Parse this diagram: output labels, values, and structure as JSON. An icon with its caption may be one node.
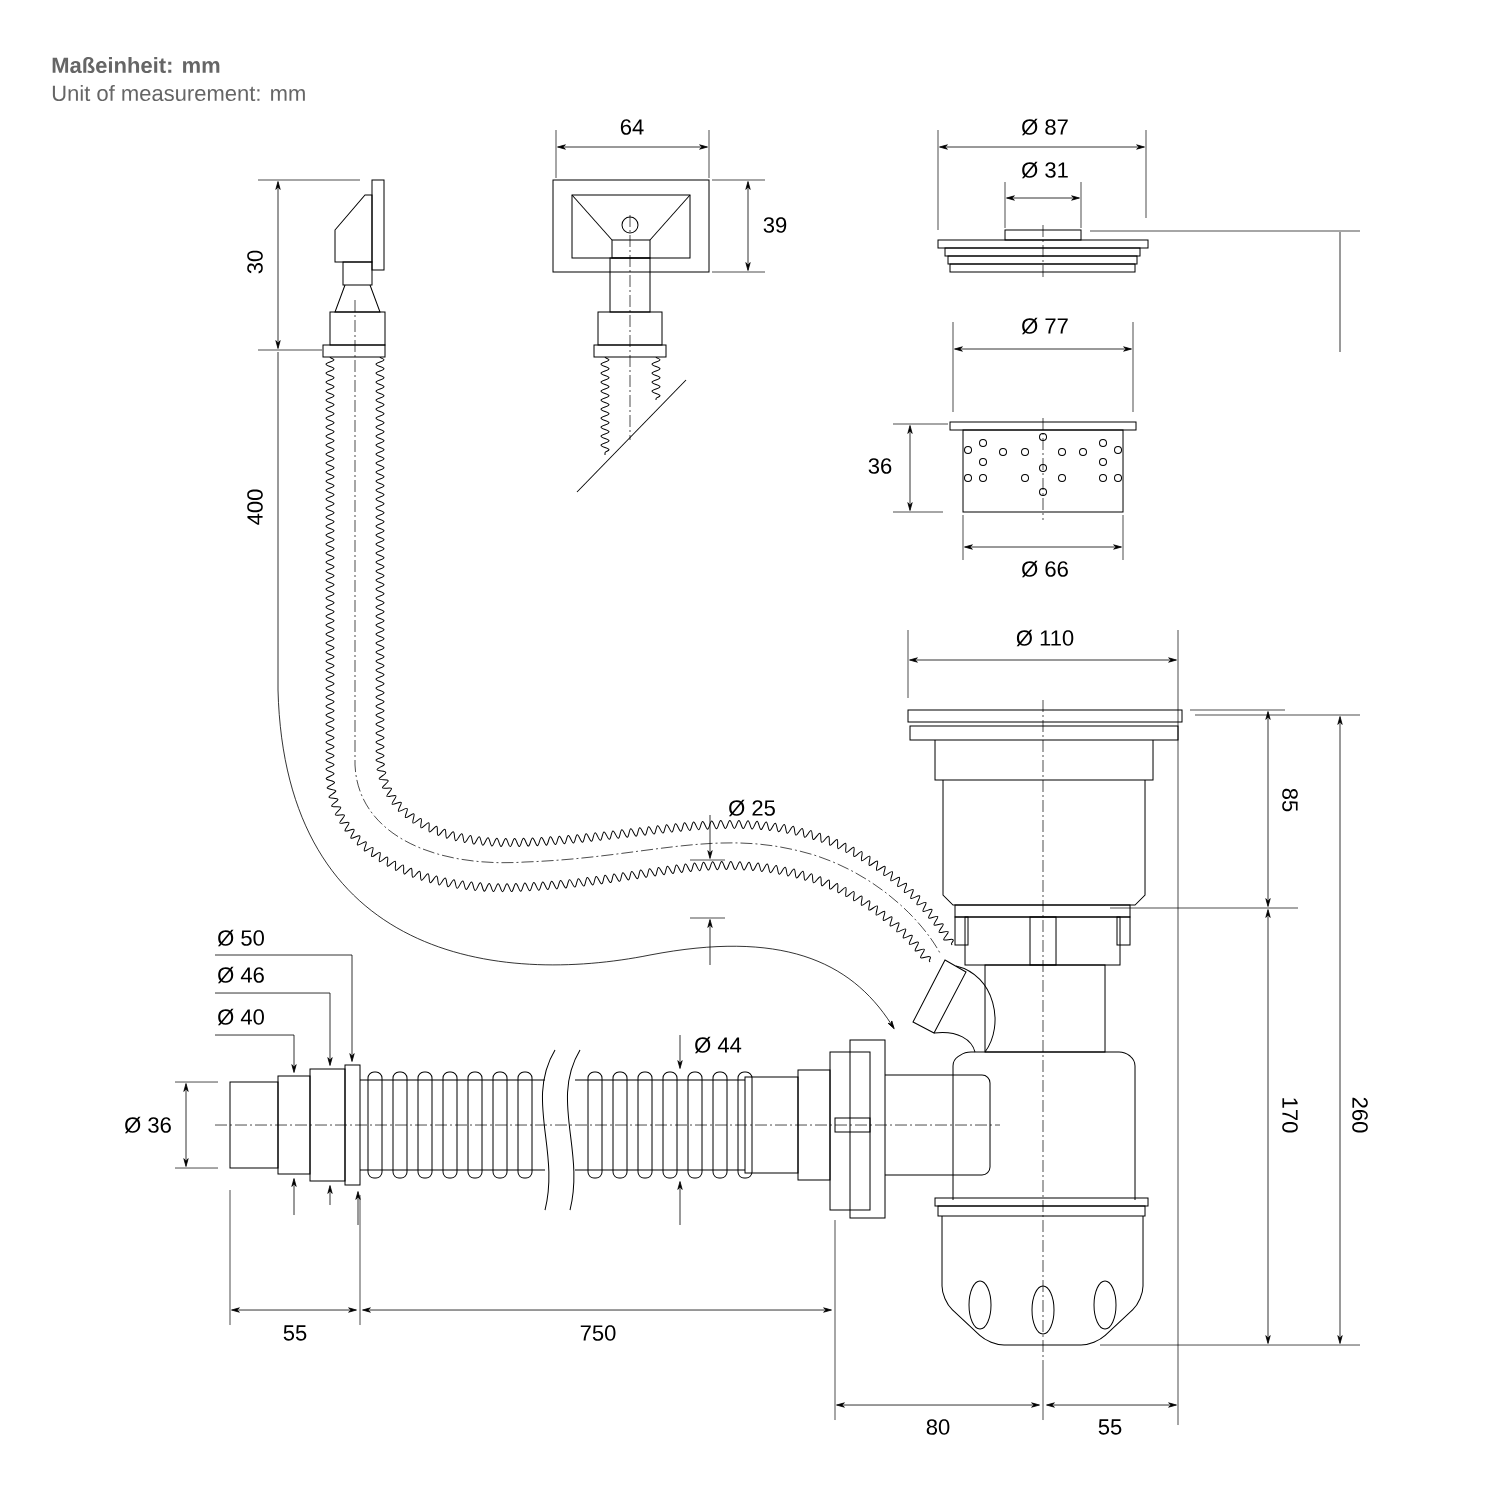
{
  "diagram": {
    "labels": [
      "Maßeinheit: mm",
      "Unit of measurement: mm",
      "64",
      "Ø 87",
      "Ø 31",
      "30",
      "39",
      "Ø 77",
      "400",
      "36",
      "Ø 66",
      "Ø 110",
      "Ø 25",
      "85",
      "Ø 50",
      "Ø 46",
      "Ø 40",
      "Ø 44",
      "Ø 36",
      "170",
      "260",
      "55",
      "750",
      "80",
      "55"
    ]
  }
}
